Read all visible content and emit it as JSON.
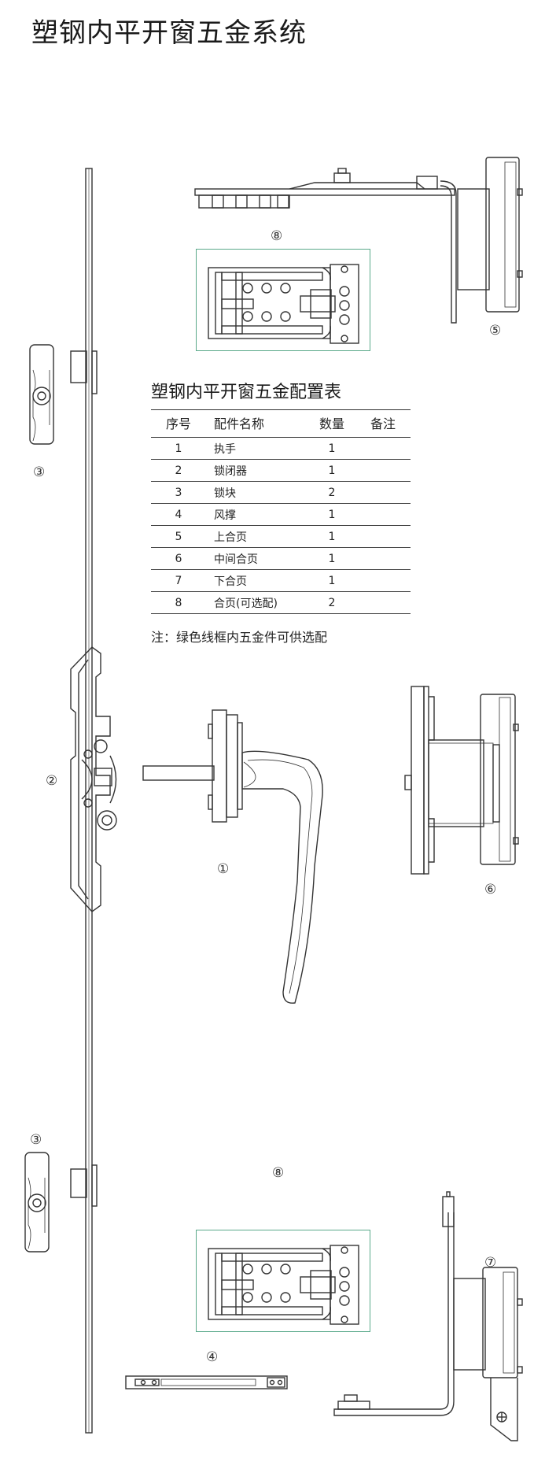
{
  "title": "塑钢内平开窗五金系统",
  "callouts": [
    "⑧",
    "⑤",
    "③",
    "②",
    "①",
    "⑥",
    "③",
    "⑧",
    "⑦",
    "④"
  ],
  "table": {
    "title": "塑钢内平开窗五金配置表",
    "headers": [
      "序号",
      "配件名称",
      "数量",
      "备注"
    ],
    "rows": [
      {
        "no": "1",
        "name": "执手",
        "qty": "1",
        "note": ""
      },
      {
        "no": "2",
        "name": "锁闭器",
        "qty": "1",
        "note": ""
      },
      {
        "no": "3",
        "name": "锁块",
        "qty": "2",
        "note": ""
      },
      {
        "no": "4",
        "name": "风撑",
        "qty": "1",
        "note": ""
      },
      {
        "no": "5",
        "name": "上合页",
        "qty": "1",
        "note": ""
      },
      {
        "no": "6",
        "name": "中间合页",
        "qty": "1",
        "note": ""
      },
      {
        "no": "7",
        "name": "下合页",
        "qty": "1",
        "note": ""
      },
      {
        "no": "8",
        "name": "合页(可选配)",
        "qty": "2",
        "note": ""
      }
    ],
    "note": "注：绿色线框内五金件可供选配"
  },
  "colors": {
    "optional_frame": "#5aa98a",
    "line": "#333333"
  }
}
